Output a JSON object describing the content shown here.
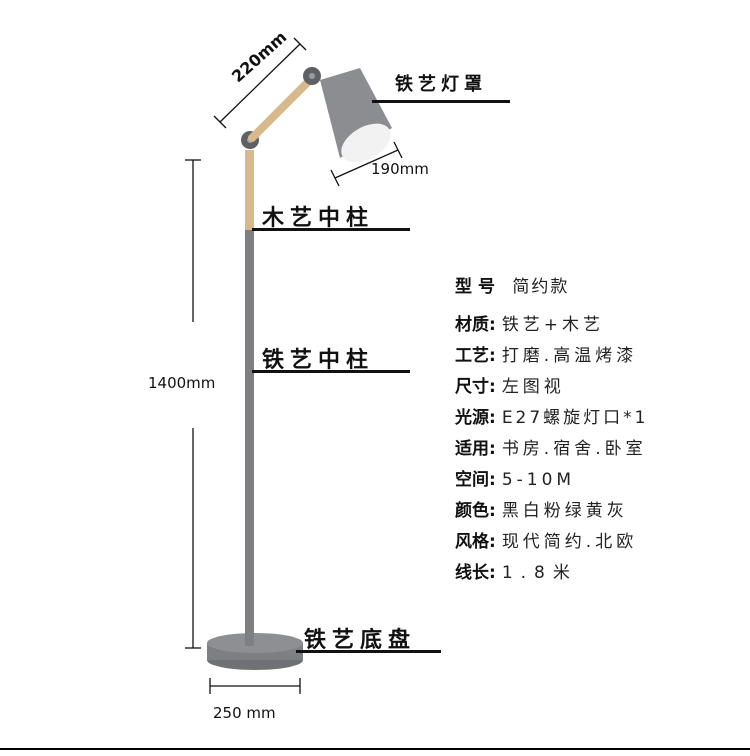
{
  "dimensions": {
    "arm": "220mm",
    "shade_width": "190mm",
    "height": "1400mm",
    "base_width": "250 mm"
  },
  "callouts": {
    "shade": "铁艺灯罩",
    "wood_column": "木艺中柱",
    "iron_column": "铁艺中柱",
    "base": "铁艺底盘"
  },
  "specs": {
    "model_key": "型号",
    "model_value": "简约款",
    "rows": [
      {
        "key": "材质:",
        "value": "铁艺+木艺"
      },
      {
        "key": "工艺:",
        "value": "打磨.高温烤漆"
      },
      {
        "key": "尺寸:",
        "value": "左图视"
      },
      {
        "key": "光源:",
        "value": "E27螺旋灯口*1"
      },
      {
        "key": "适用:",
        "value": "书房.宿舍.卧室"
      },
      {
        "key": "空间:",
        "value": "5-10M"
      },
      {
        "key": "颜色:",
        "value": "黑白粉绿黄灰"
      },
      {
        "key": "风格:",
        "value": "现代简约.北欧"
      },
      {
        "key": "线长:",
        "value": "1.8米"
      }
    ]
  },
  "colors": {
    "lamp_gray": "#7d7f83",
    "wood": "#d9b98c",
    "shade_inner": "#f2f2f2"
  }
}
